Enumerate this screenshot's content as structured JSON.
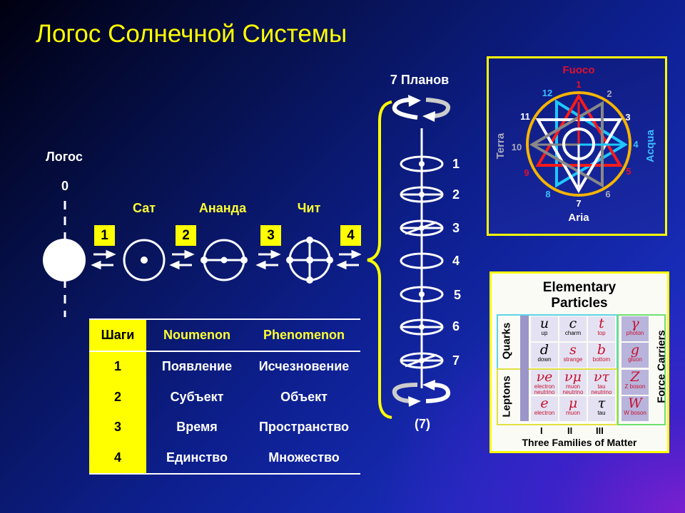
{
  "title": "Логос Солнечной Системы",
  "logos": {
    "label": "Логос",
    "zero": "0"
  },
  "stages": [
    {
      "step": "1",
      "name": "Сат"
    },
    {
      "step": "2",
      "name": "Ананда"
    },
    {
      "step": "3",
      "name": "Чит"
    },
    {
      "step": "4",
      "name": ""
    }
  ],
  "planes": {
    "title": "7 Планов",
    "numbers": [
      "1",
      "2",
      "3",
      "4",
      "5",
      "6",
      "7"
    ],
    "footer": "(7)"
  },
  "table": {
    "headers": [
      "Шаги",
      "Noumenon",
      "Phenomenon"
    ],
    "rows": [
      [
        "1",
        "Появление",
        "Исчезновение"
      ],
      [
        "2",
        "Субъект",
        "Объект"
      ],
      [
        "3",
        "Время",
        "Пространство"
      ],
      [
        "4",
        "Единство",
        "Множество"
      ]
    ]
  },
  "elements_star": {
    "fire": "Fuoco",
    "water": "Acqua",
    "air": "Aria",
    "earth": "Terra",
    "numbers": [
      "1",
      "2",
      "3",
      "4",
      "5",
      "6",
      "7",
      "8",
      "9",
      "10",
      "11",
      "12"
    ]
  },
  "particles": {
    "title1": "Elementary",
    "title2": "Particles",
    "quarks_label": "Quarks",
    "leptons_label": "Leptons",
    "force_label": "Force Carriers",
    "cells": [
      {
        "sym": "u",
        "name": "up"
      },
      {
        "sym": "c",
        "name": "charm"
      },
      {
        "sym": "t",
        "name": "top"
      },
      {
        "sym": "d",
        "name": "down"
      },
      {
        "sym": "s",
        "name": "strange"
      },
      {
        "sym": "b",
        "name": "bottom"
      },
      {
        "sym": "νe",
        "name": "electron neutrino"
      },
      {
        "sym": "νμ",
        "name": "muon neutrino"
      },
      {
        "sym": "ντ",
        "name": "tau neutrino"
      },
      {
        "sym": "e",
        "name": "electron"
      },
      {
        "sym": "μ",
        "name": "muon"
      },
      {
        "sym": "τ",
        "name": "tau"
      }
    ],
    "forces": [
      {
        "sym": "γ",
        "name": "photon"
      },
      {
        "sym": "g",
        "name": "gluon"
      },
      {
        "sym": "Z",
        "name": "Z boson"
      },
      {
        "sym": "W",
        "name": "W boson"
      }
    ],
    "families": [
      "I",
      "II",
      "III"
    ],
    "footer": "Three Families of Matter"
  }
}
